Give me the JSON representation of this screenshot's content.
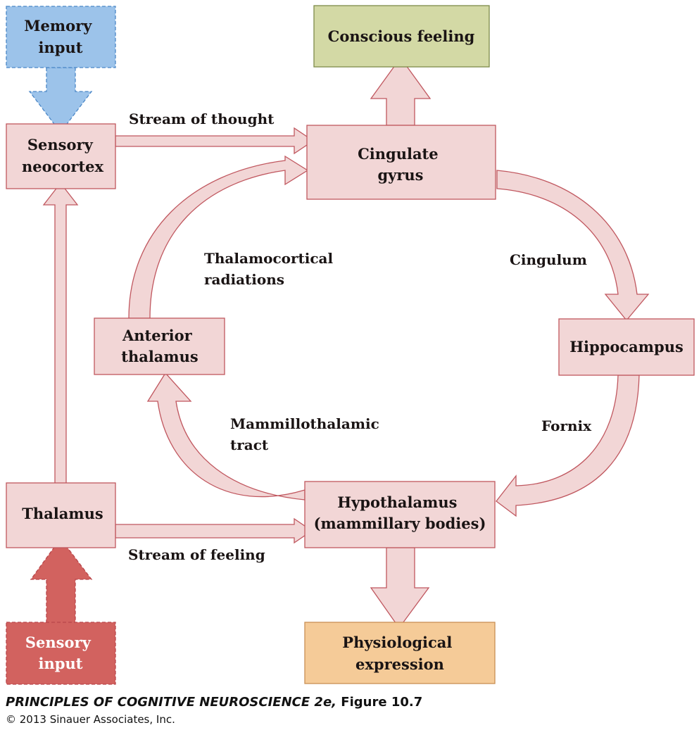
{
  "colors": {
    "pink_fill": "#f2d6d6",
    "pink_stroke": "#c0575f",
    "memory_fill": "#9cc3ea",
    "memory_stroke": "#4a86c6",
    "sensory_fill": "#d2625f",
    "sensory_stroke": "#b8454a",
    "conscious_fill": "#d3d9a5",
    "conscious_stroke": "#7e8b4a",
    "physio_fill": "#f5cb98",
    "physio_stroke": "#c99054"
  },
  "nodes": {
    "memory_input": [
      "Memory",
      "input"
    ],
    "sensory_neocortex": [
      "Sensory",
      "neocortex"
    ],
    "thalamus": [
      "Thalamus"
    ],
    "sensory_input": [
      "Sensory",
      "input"
    ],
    "conscious_feeling": [
      "Conscious feeling"
    ],
    "cingulate_gyrus": [
      "Cingulate",
      "gyrus"
    ],
    "anterior_thalamus": [
      "Anterior",
      "thalamus"
    ],
    "hippocampus": [
      "Hippocampus"
    ],
    "hypothalamus": [
      "Hypothalamus",
      "(mammillary bodies)"
    ],
    "physiological_expression": [
      "Physiological",
      "expression"
    ]
  },
  "edge_labels": {
    "stream_of_thought": [
      "Stream of thought"
    ],
    "stream_of_feeling": [
      "Stream of feeling"
    ],
    "thalamocortical": [
      "Thalamocortical",
      "radiations"
    ],
    "cingulum": [
      "Cingulum"
    ],
    "fornix": [
      "Fornix"
    ],
    "mammillothalamic": [
      "Mammillothalamic",
      "tract"
    ]
  },
  "caption": {
    "title": "PRINCIPLES OF COGNITIVE NEUROSCIENCE 2e,",
    "figure": "Figure 10.7",
    "copyright": "© 2013 Sinauer Associates, Inc."
  }
}
